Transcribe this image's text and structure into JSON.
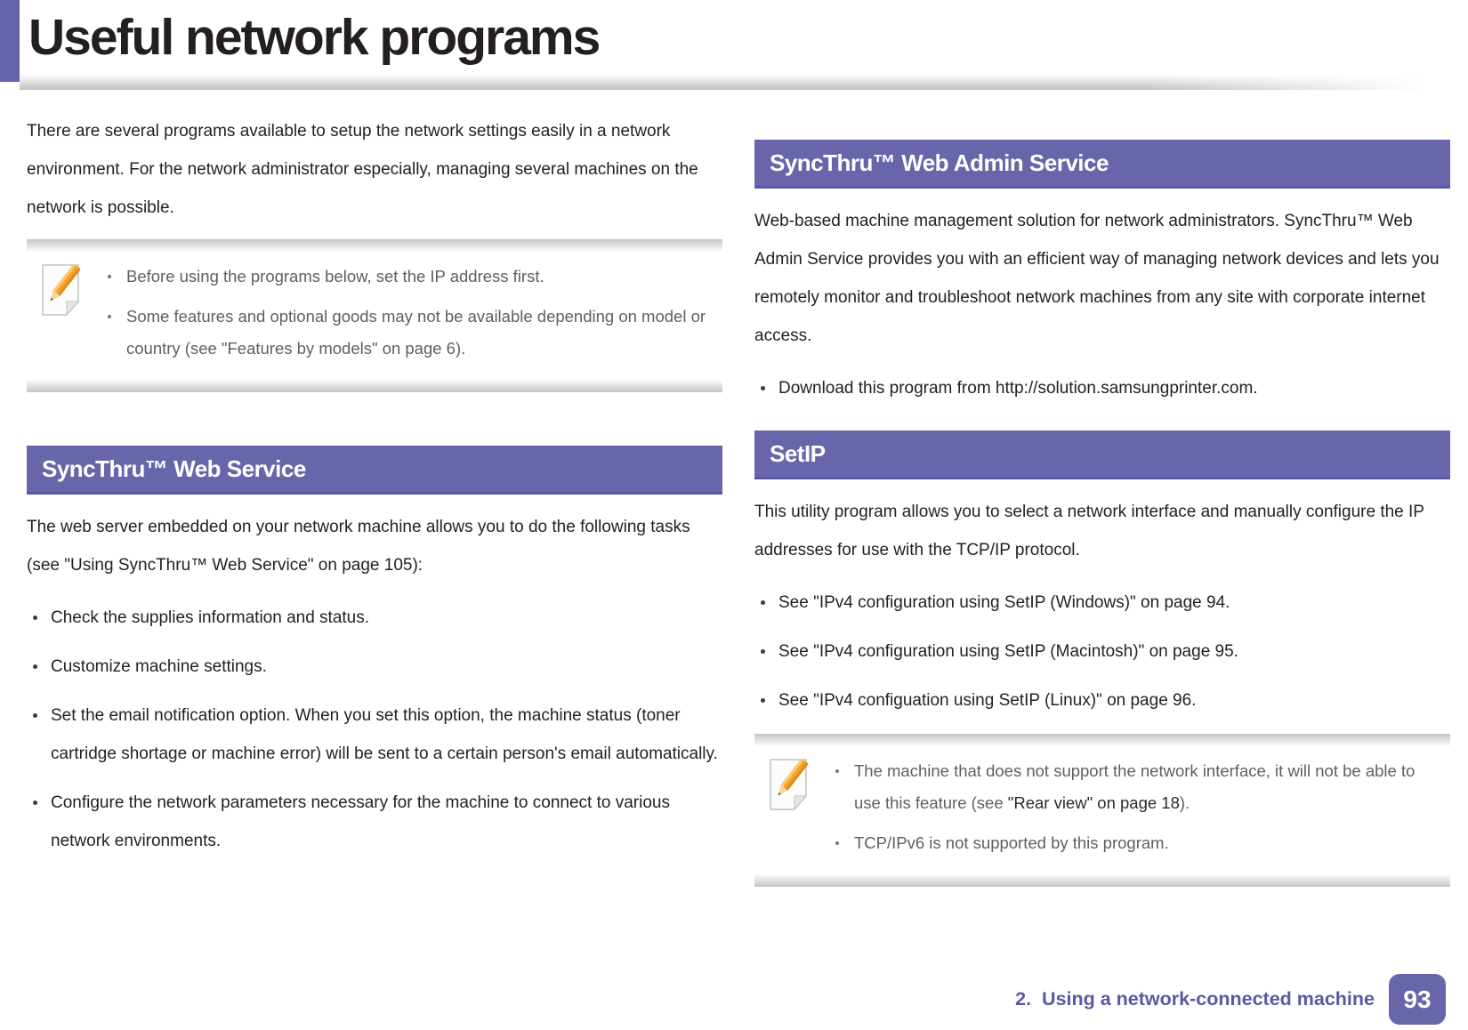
{
  "colors": {
    "accent_purple": "#6965AB",
    "accent_purple_dark": "#5B56A2",
    "header_bar_purple": "#6663AB",
    "text_dark": "#231F20",
    "note_gray": "#5E5F61",
    "footer_purple": "#5B58A3"
  },
  "header": {
    "title": "Useful network programs"
  },
  "intro": "There are several programs available to setup the network settings easily in a network environment. For the network administrator especially, managing several machines on the network is possible.",
  "note_top": {
    "icon": "note-pencil-icon",
    "bullets": [
      "Before using the programs below, set the IP address first.",
      "Some features and optional goods may not be available depending on model or country (see \"Features by models\" on page 6)."
    ]
  },
  "web_service": {
    "heading": "SyncThru™ Web Service",
    "intro": "The web server embedded on your network machine allows you to do the following tasks (see \"Using SyncThru™ Web Service\" on page 105):",
    "bullets": [
      "Check the supplies information and status.",
      "Customize machine settings.",
      "Set the email notification option. When you set this option, the machine status (toner cartridge shortage or machine error) will be sent to a certain person's email automatically.",
      "Configure the network parameters necessary for the machine to connect to various network environments."
    ]
  },
  "web_admin": {
    "heading": "SyncThru™ Web Admin Service",
    "intro": "Web-based machine management solution for network administrators. SyncThru™ Web Admin Service provides you with an efficient way of managing network devices and lets you remotely monitor and troubleshoot network machines from any site with corporate internet access.",
    "bullets": [
      "Download this program from http://solution.samsungprinter.com."
    ]
  },
  "setip": {
    "heading": "SetIP",
    "intro": "This utility program allows you to select a network interface and manually configure the IP addresses for use with the TCP/IP protocol.",
    "bullets": [
      "See \"IPv4 configuration using SetIP (Windows)\" on page 94.",
      "See \"IPv4 configuration using SetIP (Macintosh)\" on page 95.",
      "See \"IPv4 configuation using SetIP (Linux)\" on page 96."
    ]
  },
  "note_bottom": {
    "icon": "note-pencil-icon",
    "bullet1_prefix": "The machine that does not support the network interface, it will not be able to use this feature (see ",
    "bullet1_link": "\"Rear view\" on page 18",
    "bullet1_suffix": ").",
    "bullet2": "TCP/IPv6 is not supported by this program."
  },
  "footer": {
    "chapter": "2.  Using a network-connected machine",
    "page_number": "93"
  }
}
